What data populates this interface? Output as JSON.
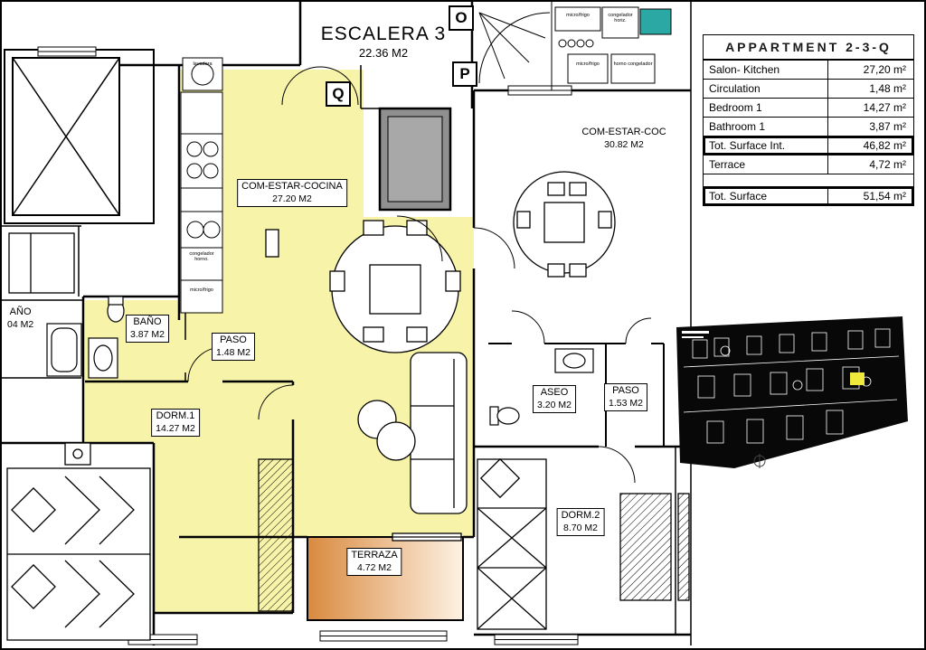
{
  "escalera": {
    "name": "ESCALERA 3",
    "area": "22.36 M2"
  },
  "markers": {
    "o": "O",
    "p": "P",
    "q": "Q"
  },
  "rooms": {
    "salon": {
      "name": "COM-ESTAR-COCINA",
      "area": "27.20 M2"
    },
    "salon_right": {
      "name": "COM-ESTAR-COC",
      "area": "30.82 M2"
    },
    "bano": {
      "name": "BAÑO",
      "area": "3.87 M2"
    },
    "paso1": {
      "name": "PASO",
      "area": "1.48 M2"
    },
    "dorm1": {
      "name": "DORM.1",
      "area": "14.27 M2"
    },
    "aseo": {
      "name": "ASEO",
      "area": "3.20 M2"
    },
    "paso2": {
      "name": "PASO",
      "area": "1.53 M2"
    },
    "dorm2": {
      "name": "DORM.2",
      "area": "8.70 M2"
    },
    "terraza": {
      "name": "TERRAZA",
      "area": "4.72 M2"
    },
    "bano_partial": {
      "name": "AÑO",
      "area": "04 M2"
    }
  },
  "appliances": {
    "lavadora": "lavadora",
    "congelador_horno": "congelador horno.",
    "micro_frigo_kitchen": "micro/frigo",
    "micro_frigo_top1": "micro/frigo",
    "congelador_horiz": "congelador horiz.",
    "micro_frigo_top2": "micro/frigo",
    "horno_congelador": "horno congelador"
  },
  "table": {
    "title": "APPARTMENT 2-3-Q",
    "rows": [
      {
        "label": "Salon- Kitchen",
        "value": "27,20 m²"
      },
      {
        "label": "Circulation",
        "value": "1,48 m²"
      },
      {
        "label": "Bedroom 1",
        "value": "14,27 m²"
      },
      {
        "label": "Bathroom 1",
        "value": "3,87 m²"
      },
      {
        "label": "Tot. Surface Int.",
        "value": "46,82 m²"
      },
      {
        "label": "Terrace",
        "value": "4,72 m²"
      },
      {
        "label": "Tot. Surface",
        "value": "51,54 m²"
      }
    ]
  },
  "colors": {
    "apartment_fill": "#f7f3a8",
    "terrace_dark": "#d98a3f",
    "terrace_light": "#fdf2e4",
    "shaft_gray": "#8f8f8f",
    "appliance_teal": "#2ba7a4",
    "keyplan_bg": "#080808",
    "keyplan_highlight": "#efe83d"
  }
}
